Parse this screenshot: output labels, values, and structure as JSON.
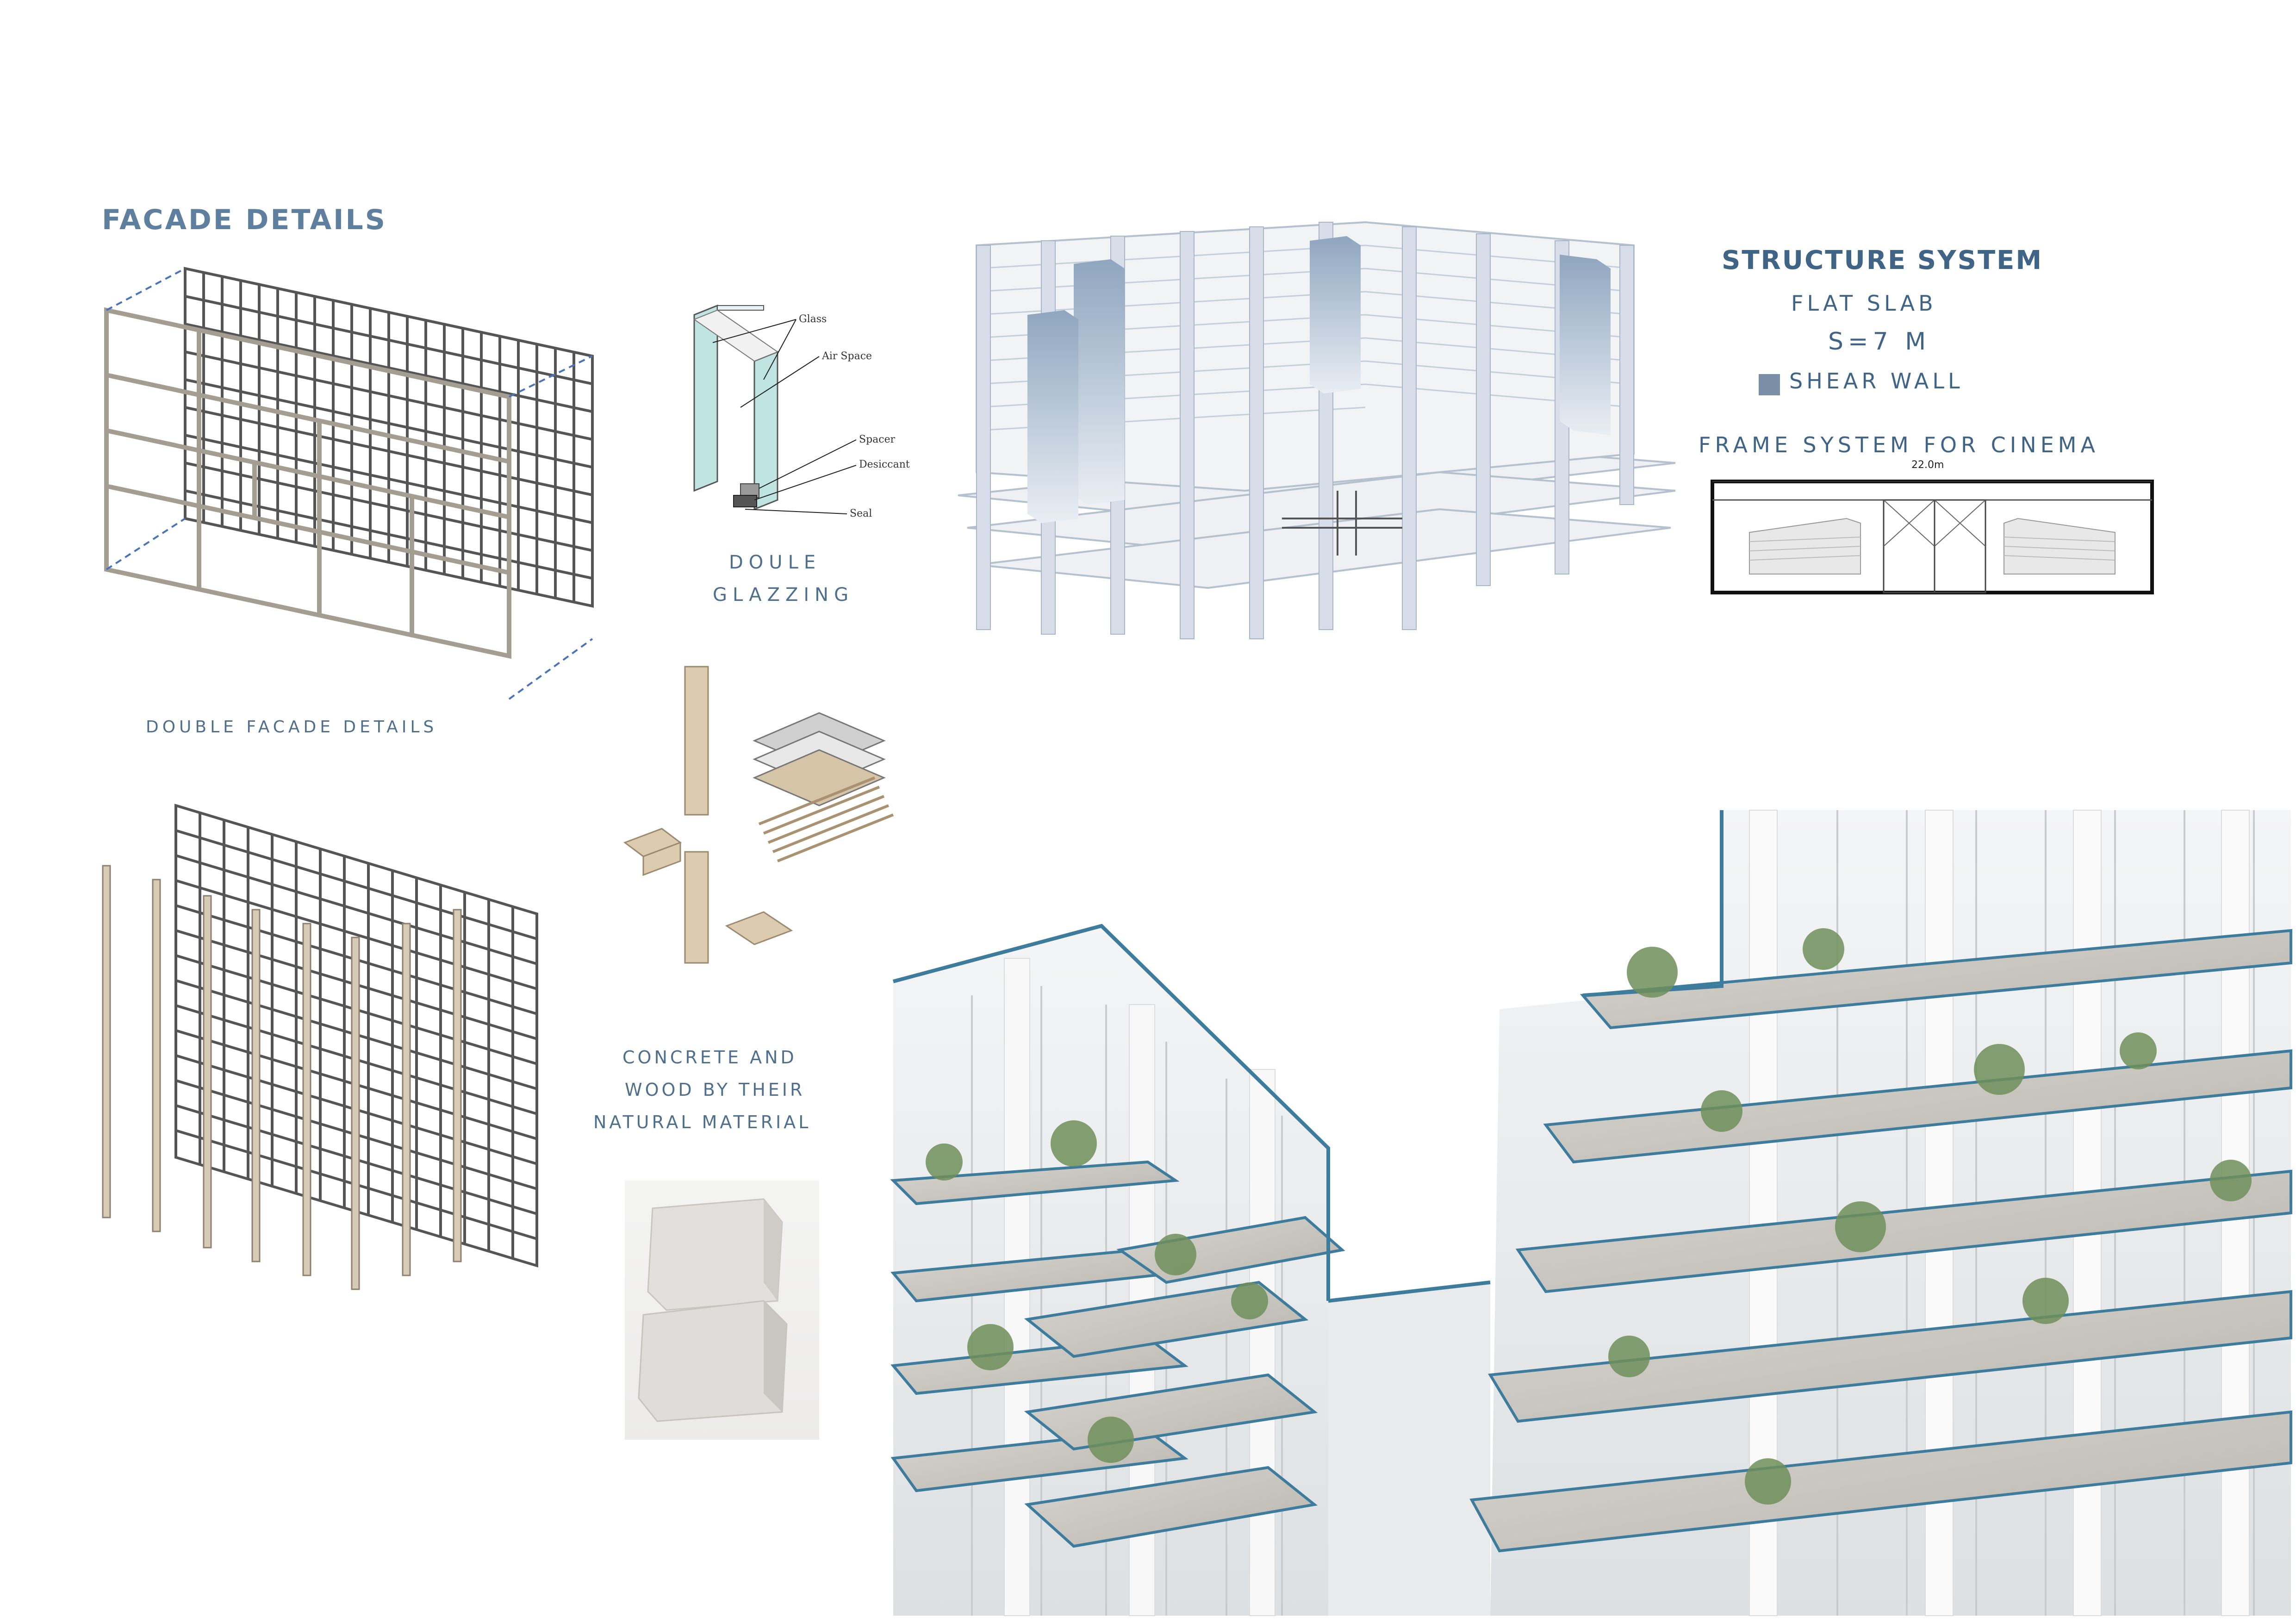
{
  "facade": {
    "title": "FACADE DETAILS",
    "double_title": "DOUBLE FACADE DETAILS"
  },
  "glazing": {
    "labels": [
      "Glass",
      "Air Space",
      "Spacer",
      "Desiccant",
      "Seal"
    ],
    "caption_line1": "DOULE",
    "caption_line2": "GLAZZING"
  },
  "materials": {
    "line1": "CONCRETE AND",
    "line2": "WOOD BY THEIR",
    "line3": "NATURAL MATERIAL"
  },
  "structure": {
    "title": "STRUCTURE SYSTEM",
    "slab": "FLAT SLAB",
    "span": "S=7 M",
    "shear_wall": "SHEAR WALL",
    "shear_wall_color": "#7a8fa6",
    "frame_title": "FRAME SYSTEM FOR CINEMA",
    "frame_dimension": "22.0m"
  },
  "colors": {
    "accent_blue": "#3d7c9c",
    "title_blue": "#5f7f9e",
    "wood": "#d9c6aa",
    "concrete": "#cfcac4"
  }
}
